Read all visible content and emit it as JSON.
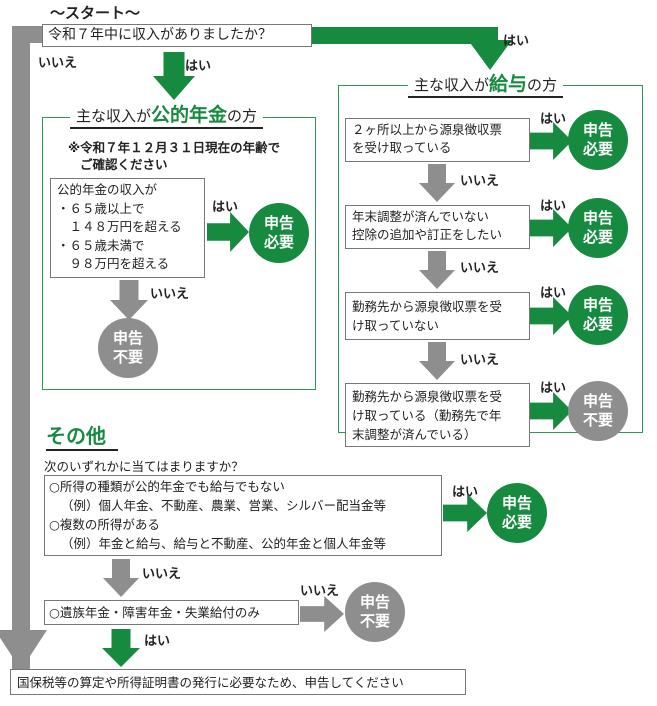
{
  "start": {
    "label": "〜スタート〜",
    "question": "令和７年中に収入がありましたか？",
    "yes": "はい",
    "no": "いいえ",
    "yes_right": "はい"
  },
  "pension": {
    "title_pre": "主な収入が",
    "title_em": "公的年金",
    "title_post": "の方",
    "note_lines": [
      "※令和７年１２月３１日現在の年齢で",
      "ご確認ください"
    ],
    "condition_lines": [
      "公的年金の収入が",
      "・６５歳以上で",
      "　１４８万円を超える",
      "・６５歳未満で",
      "　９８万円を超える"
    ],
    "yes": "はい",
    "no": "いいえ",
    "result_yes": [
      "申告",
      "必要"
    ],
    "result_no": [
      "申告",
      "不要"
    ]
  },
  "salary": {
    "title_pre": "主な収入が",
    "title_em": "給与",
    "title_post": "の方",
    "steps": [
      {
        "lines": [
          "２ヶ所以上から源泉徴収票",
          "を受け取っている"
        ],
        "yes": "はい",
        "result": [
          "申告",
          "必要"
        ]
      },
      {
        "lines": [
          "年末調整が済んでいない",
          "控除の追加や訂正をしたい"
        ],
        "yes": "はい",
        "result": [
          "申告",
          "必要"
        ]
      },
      {
        "lines": [
          "勤務先から源泉徴収票を受",
          "け取っていない"
        ],
        "yes": "はい",
        "result": [
          "申告",
          "必要"
        ]
      },
      {
        "lines": [
          "勤務先から源泉徴収票を受",
          "け取っている（勤務先で年",
          "末調整が済んでいる）"
        ],
        "yes": "はい",
        "result": [
          "申告",
          "不要"
        ]
      }
    ],
    "no": "いいえ"
  },
  "other": {
    "heading": "その他",
    "question": "次のいずれかに当てはまりますか？",
    "condition_lines": [
      "○所得の種類が公的年金でも給与でもない",
      "（例）個人年金、不動産、農業、営業、シルバー配当金等",
      "○複数の所得がある",
      "（例）年金と給与、給与と不動産、公的年金と個人年金等"
    ],
    "yes": "はい",
    "result_yes": [
      "申告",
      "必要"
    ],
    "no": "いいえ",
    "condition2": "○遺族年金・障害年金・失業給付のみ",
    "no2": "いいえ",
    "result_no2": [
      "申告",
      "不要"
    ],
    "yes2": "はい"
  },
  "final": "国保税等の算定や所得証明書の発行に必要なため、申告してください",
  "colors": {
    "green": "#168a3f",
    "gray": "#8e8e8e"
  }
}
